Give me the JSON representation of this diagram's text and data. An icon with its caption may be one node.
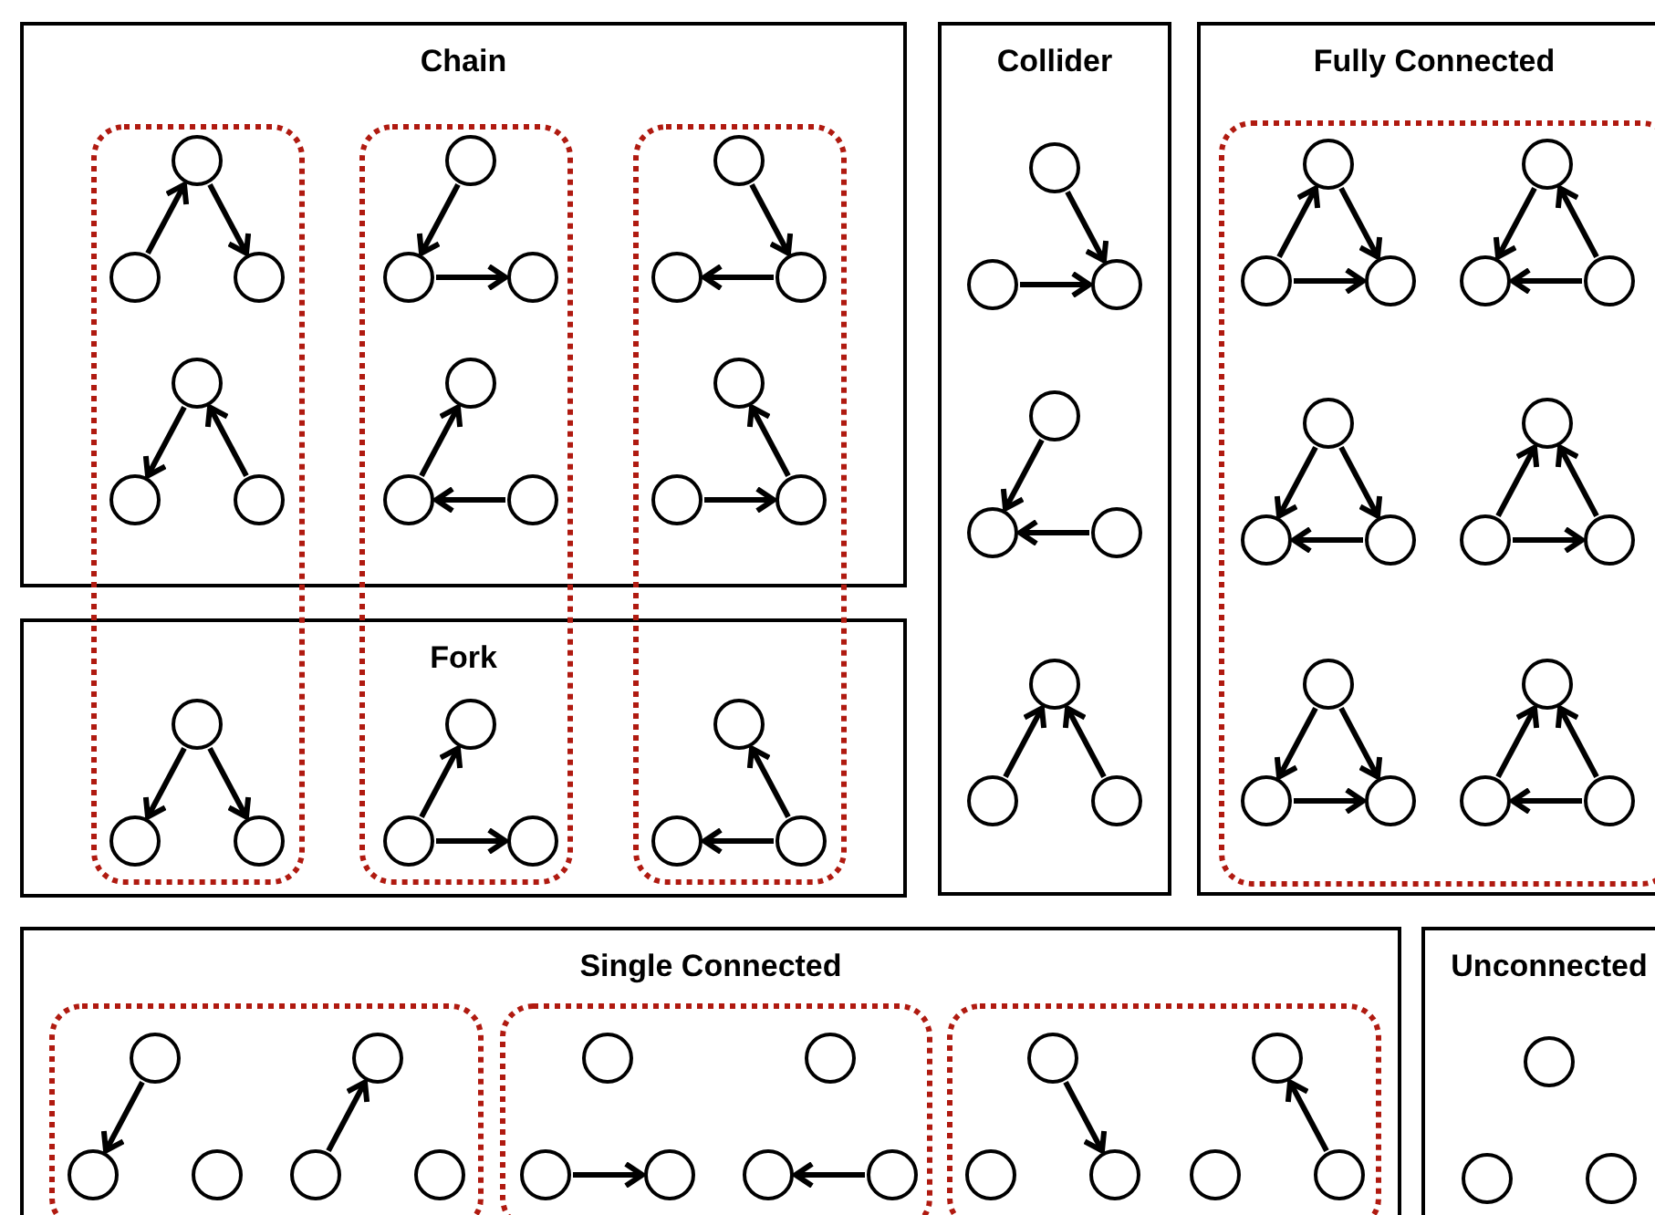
{
  "diagram": {
    "nodes": [
      {
        "text": [
          "Chain"
        ]
      },
      {
        "text": [
          "Collider"
        ]
      },
      {
        "text": [
          "Fully Connected"
        ]
      },
      {
        "text": [
          "Fork"
        ]
      },
      {
        "text": [
          "Single Connected"
        ]
      },
      {
        "text": [
          "Unconnected"
        ]
      },
      {
        "text": [],
        "shape": "box",
        "in": 2
      },
      {
        "text": [],
        "shape": "box",
        "in": 4
      },
      {
        "text": [],
        "shape": "box",
        "in": 4
      },
      {
        "text": [],
        "shape": "box",
        "in": 4
      },
      {
        "text": [],
        "shape": "circle",
        "in": 0
      },
      {
        "text": [],
        "shape": "circle",
        "in": 0
      },
      {
        "text": [],
        "shape": "circle",
        "in": 0
      },
      {
        "text": [],
        "shape": "circle",
        "in": 0
      },
      {
        "text": [],
        "shape": "circle",
        "in": 0
      },
      {
        "text": [],
        "shape": "circle",
        "in": 0
      },
      {
        "text": [],
        "shape": "circle",
        "in": 0
      },
      {
        "text": [],
        "shape": "circle",
        "in": 0
      },
      {
        "text": [],
        "shape": "circle",
        "in": 0
      },
      {
        "text": [],
        "shape": "circle",
        "in": 0
      },
      {
        "text": [],
        "shape": "circle",
        "in": 0
      },
      {
        "text": [],
        "shape": "circle",
        "in": 0
      },
      {
        "text": [],
        "shape": "circle",
        "in": 0
      },
      {
        "text": [],
        "shape": "circle",
        "in": 0
      },
      {
        "text": [],
        "shape": "circle",
        "in": 0
      },
      {
        "text": [],
        "shape": "circle",
        "in": 0
      },
      {
        "text": [],
        "shape": "circle",
        "in": 0
      },
      {
        "text": [],
        "shape": "circle",
        "in": 0
      },
      {
        "text": [],
        "shape": "circle",
        "in": 3
      },
      {
        "text": [],
        "shape": "circle",
        "in": 3
      },
      {
        "text": [],
        "shape": "circle",
        "in": 3
      },
      {
        "text": [],
        "shape": "circle",
        "in": 3
      },
      {
        "text": [],
        "shape": "circle",
        "in": 3
      },
      {
        "text": [],
        "shape": "circle",
        "in": 3
      },
      {
        "text": [],
        "shape": "circle",
        "in": 3
      },
      {
        "text": [],
        "shape": "circle",
        "in": 3
      },
      {
        "text": [],
        "shape": "circle",
        "in": 3
      },
      {
        "text": [],
        "shape": "circle",
        "in": 1
      },
      {
        "text": [],
        "shape": "circle",
        "in": 1
      },
      {
        "text": [],
        "shape": "circle",
        "in": 1
      },
      {
        "text": [],
        "shape": "circle",
        "in": 1
      },
      {
        "text": [],
        "shape": "circle",
        "in": 1
      },
      {
        "text": [],
        "shape": "circle",
        "in": 1
      },
      {
        "text": [],
        "shape": "circle",
        "in": 1
      },
      {
        "text": [],
        "shape": "circle",
        "in": 1
      },
      {
        "text": [],
        "shape": "circle",
        "in": 1
      },
      {
        "text": [],
        "shape": "circle",
        "in": 6
      },
      {
        "text": [],
        "shape": "circle",
        "in": 6
      },
      {
        "text": [],
        "shape": "circle",
        "in": 6
      },
      {
        "text": [],
        "shape": "circle",
        "in": 6
      },
      {
        "text": [],
        "shape": "circle",
        "in": 6
      },
      {
        "text": [],
        "shape": "circle",
        "in": 6
      },
      {
        "text": [],
        "shape": "circle",
        "in": 6
      },
      {
        "text": [],
        "shape": "circle",
        "in": 6
      },
      {
        "text": [],
        "shape": "circle",
        "in": 6
      },
      {
        "text": [],
        "shape": "circle",
        "in": 6
      },
      {
        "text": [],
        "shape": "circle",
        "in": 6
      },
      {
        "text": [],
        "shape": "circle",
        "in": 6
      },
      {
        "text": [],
        "shape": "circle",
        "in": 6
      },
      {
        "text": [],
        "shape": "circle",
        "in": 6
      },
      {
        "text": [],
        "shape": "circle",
        "in": 6
      },
      {
        "text": [],
        "shape": "circle",
        "in": 6
      },
      {
        "text": [],
        "shape": "circle",
        "in": 6
      },
      {
        "text": [],
        "shape": "circle",
        "in": 6
      },
      {
        "text": [],
        "shape": "circle",
        "in": 7
      },
      {
        "text": [],
        "shape": "circle",
        "in": 7
      },
      {
        "text": [],
        "shape": "circle",
        "in": 7
      },
      {
        "text": [],
        "shape": "circle",
        "in": 7
      },
      {
        "text": [],
        "shape": "circle",
        "in": 7
      },
      {
        "text": [],
        "shape": "circle",
        "in": 7
      },
      {
        "text": [],
        "shape": "circle",
        "in": 8
      },
      {
        "text": [],
        "shape": "circle",
        "in": 8
      },
      {
        "text": [],
        "shape": "circle",
        "in": 8
      },
      {
        "text": [],
        "shape": "circle",
        "in": 8
      },
      {
        "text": [],
        "shape": "circle",
        "in": 8
      },
      {
        "text": [],
        "shape": "circle",
        "in": 8
      },
      {
        "text": [],
        "shape": "circle",
        "in": 9
      },
      {
        "text": [],
        "shape": "circle",
        "in": 9
      },
      {
        "text": [],
        "shape": "circle",
        "in": 9
      },
      {
        "text": [],
        "shape": "circle",
        "in": 9
      },
      {
        "text": [],
        "shape": "circle",
        "in": 9
      },
      {
        "text": [],
        "shape": "circle",
        "in": 9
      },
      {
        "text": [],
        "shape": "circle",
        "in": 5
      },
      {
        "text": [],
        "shape": "circle",
        "in": 5
      },
      {
        "text": [],
        "shape": "circle",
        "in": 5
      }
    ],
    "edges": [
      {
        "from": 11,
        "to": 10,
        "arrow": "to"
      },
      {
        "from": 10,
        "to": 12,
        "arrow": "to"
      },
      {
        "from": 13,
        "to": 14,
        "arrow": "to"
      },
      {
        "from": 14,
        "to": 15,
        "arrow": "to"
      },
      {
        "from": 16,
        "to": 18,
        "arrow": "to"
      },
      {
        "from": 18,
        "to": 17,
        "arrow": "to"
      },
      {
        "from": 19,
        "to": 20,
        "arrow": "to"
      },
      {
        "from": 21,
        "to": 19,
        "arrow": "to"
      },
      {
        "from": 23,
        "to": 22,
        "arrow": "to"
      },
      {
        "from": 24,
        "to": 23,
        "arrow": "to"
      },
      {
        "from": 26,
        "to": 27,
        "arrow": "to"
      },
      {
        "from": 27,
        "to": 25,
        "arrow": "to"
      },
      {
        "from": 28,
        "to": 29,
        "arrow": "to"
      },
      {
        "from": 28,
        "to": 30,
        "arrow": "to"
      },
      {
        "from": 32,
        "to": 31,
        "arrow": "to"
      },
      {
        "from": 32,
        "to": 33,
        "arrow": "to"
      },
      {
        "from": 36,
        "to": 34,
        "arrow": "to"
      },
      {
        "from": 36,
        "to": 35,
        "arrow": "to"
      },
      {
        "from": 37,
        "to": 39,
        "arrow": "to"
      },
      {
        "from": 38,
        "to": 39,
        "arrow": "to"
      },
      {
        "from": 40,
        "to": 41,
        "arrow": "to"
      },
      {
        "from": 42,
        "to": 41,
        "arrow": "to"
      },
      {
        "from": 44,
        "to": 43,
        "arrow": "to"
      },
      {
        "from": 45,
        "to": 43,
        "arrow": "to"
      },
      {
        "from": 47,
        "to": 46,
        "arrow": "to"
      },
      {
        "from": 46,
        "to": 48,
        "arrow": "to"
      },
      {
        "from": 47,
        "to": 48,
        "arrow": "to"
      },
      {
        "from": 49,
        "to": 50,
        "arrow": "to"
      },
      {
        "from": 51,
        "to": 49,
        "arrow": "to"
      },
      {
        "from": 51,
        "to": 50,
        "arrow": "to"
      },
      {
        "from": 52,
        "to": 53,
        "arrow": "to"
      },
      {
        "from": 52,
        "to": 54,
        "arrow": "to"
      },
      {
        "from": 54,
        "to": 53,
        "arrow": "to"
      },
      {
        "from": 56,
        "to": 55,
        "arrow": "to"
      },
      {
        "from": 57,
        "to": 55,
        "arrow": "to"
      },
      {
        "from": 56,
        "to": 57,
        "arrow": "to"
      },
      {
        "from": 58,
        "to": 59,
        "arrow": "to"
      },
      {
        "from": 58,
        "to": 60,
        "arrow": "to"
      },
      {
        "from": 59,
        "to": 60,
        "arrow": "to"
      },
      {
        "from": 62,
        "to": 61,
        "arrow": "to"
      },
      {
        "from": 63,
        "to": 61,
        "arrow": "to"
      },
      {
        "from": 63,
        "to": 62,
        "arrow": "to"
      },
      {
        "from": 64,
        "to": 65,
        "arrow": "to"
      },
      {
        "from": 68,
        "to": 67,
        "arrow": "to"
      },
      {
        "from": 71,
        "to": 72,
        "arrow": "to"
      },
      {
        "from": 75,
        "to": 74,
        "arrow": "to"
      },
      {
        "from": 76,
        "to": 78,
        "arrow": "to"
      },
      {
        "from": 81,
        "to": 79,
        "arrow": "to"
      }
    ]
  }
}
